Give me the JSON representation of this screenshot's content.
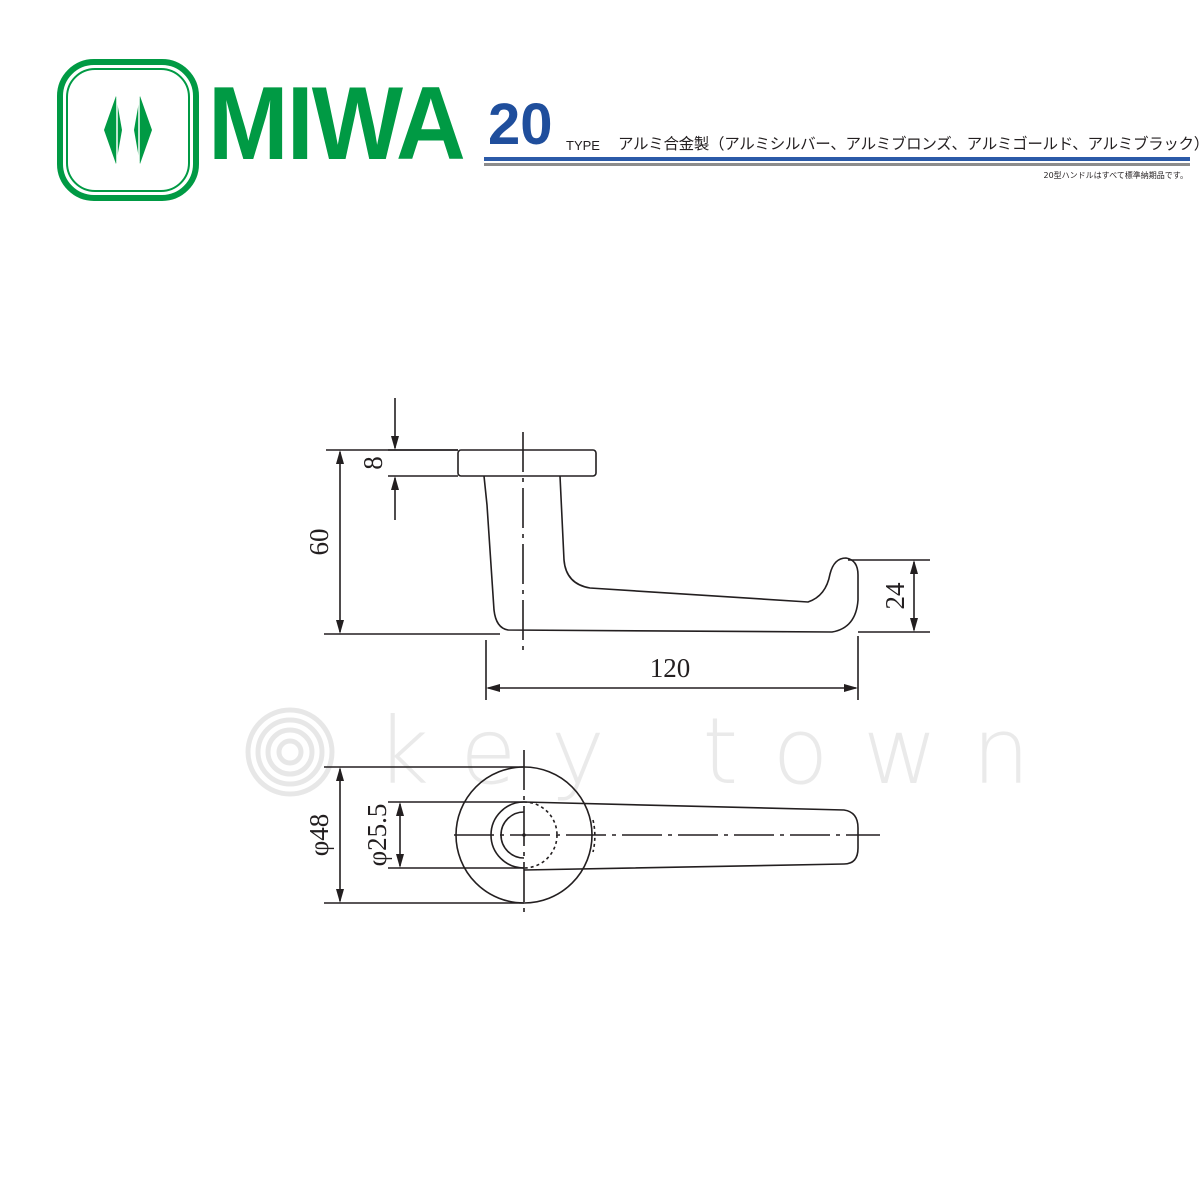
{
  "brand": {
    "name": "MIWA",
    "color": "#009a44",
    "icon": "miwa-diamond-logo-icon"
  },
  "header": {
    "type_number": "20",
    "type_label": "TYPE",
    "material": "アルミ合金製（アルミシルバー、アルミブロンズ、アルミゴールド、アルミブラック）",
    "footnote": "20型ハンドルはすべて標準納期品です。",
    "accent_color": "#1f4e9c"
  },
  "dimensions": {
    "rose_thickness": "8",
    "overall_height": "60",
    "tip_height": "24",
    "length": "120",
    "rose_diameter": "φ48",
    "inner_diameter": "φ25.5"
  },
  "watermark": {
    "text": "key town",
    "icon": "keytown-swirl-icon"
  }
}
